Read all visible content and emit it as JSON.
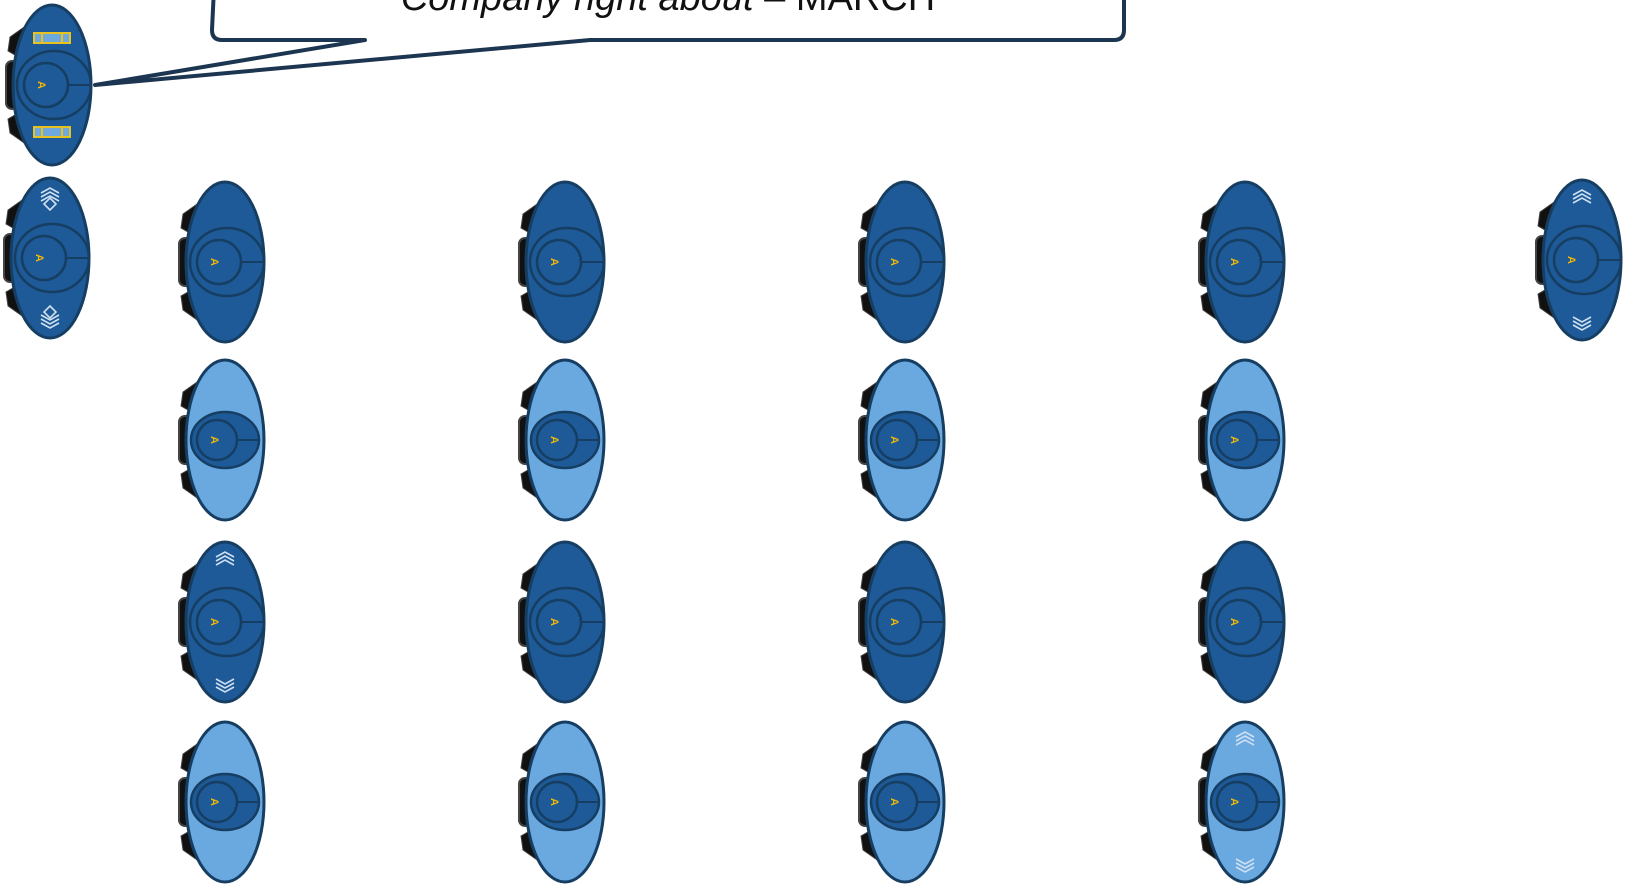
{
  "callout": {
    "prefix": "Company right about",
    "sep": " – ",
    "command": "MARCH"
  },
  "figure_letter": "A",
  "colors": {
    "dark_body": "#1e5a97",
    "light_body": "#6aa8e0",
    "outline": "#163e62",
    "boots": "#111111",
    "boot_edge": "#444444",
    "letter": "#f2b705",
    "rank_bar": "#e8c21e",
    "rank_fill": "#6fa8dc",
    "chevron": "#cfe0f0",
    "callout_border": "#1c3550"
  },
  "formation": {
    "leader": {
      "role": "company commander",
      "rank": "captain",
      "insignia": "double-bar"
    },
    "guide": {
      "insignia": "diamond-chevrons"
    },
    "platoon_leader_right": {
      "insignia": "chevrons"
    },
    "squads": [
      {
        "row": 1,
        "shade": "dark"
      },
      {
        "row": 2,
        "shade": "light"
      },
      {
        "row": 3,
        "shade": "dark",
        "first_has_chevrons": true
      },
      {
        "row": 4,
        "shade": "light",
        "last_has_chevrons": true
      }
    ]
  }
}
